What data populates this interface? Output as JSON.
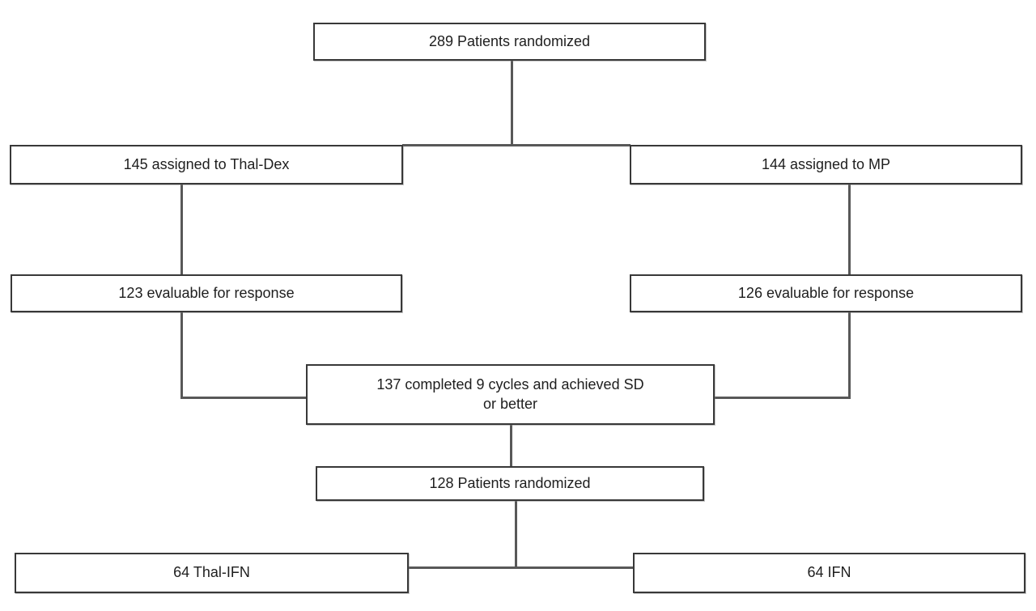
{
  "diagram_type": "flowchart",
  "colors": {
    "background": "#ffffff",
    "box_border": "#383838",
    "connector": "#585858",
    "text": "#1e1e1e"
  },
  "nodes": {
    "randomized_289": {
      "label": "289 Patients randomized"
    },
    "thal_dex_145": {
      "label": "145 assigned to Thal-Dex"
    },
    "mp_144": {
      "label": "144 assigned to MP"
    },
    "evaluable_123": {
      "label": "123 evaluable for response"
    },
    "evaluable_126": {
      "label": "126 evaluable for response"
    },
    "completed_137": {
      "label": "137 completed 9 cycles and achieved SD\nor better"
    },
    "randomized_128": {
      "label": "128 Patients randomized"
    },
    "thal_ifn_64": {
      "label": "64 Thal-IFN"
    },
    "ifn_64": {
      "label": "64 IFN"
    }
  },
  "edges": [
    {
      "from": "randomized_289",
      "to": "thal_dex_145"
    },
    {
      "from": "randomized_289",
      "to": "mp_144"
    },
    {
      "from": "thal_dex_145",
      "to": "evaluable_123"
    },
    {
      "from": "mp_144",
      "to": "evaluable_126"
    },
    {
      "from": "evaluable_123",
      "to": "completed_137"
    },
    {
      "from": "evaluable_126",
      "to": "completed_137"
    },
    {
      "from": "completed_137",
      "to": "randomized_128"
    },
    {
      "from": "randomized_128",
      "to": "thal_ifn_64"
    },
    {
      "from": "randomized_128",
      "to": "ifn_64"
    }
  ]
}
